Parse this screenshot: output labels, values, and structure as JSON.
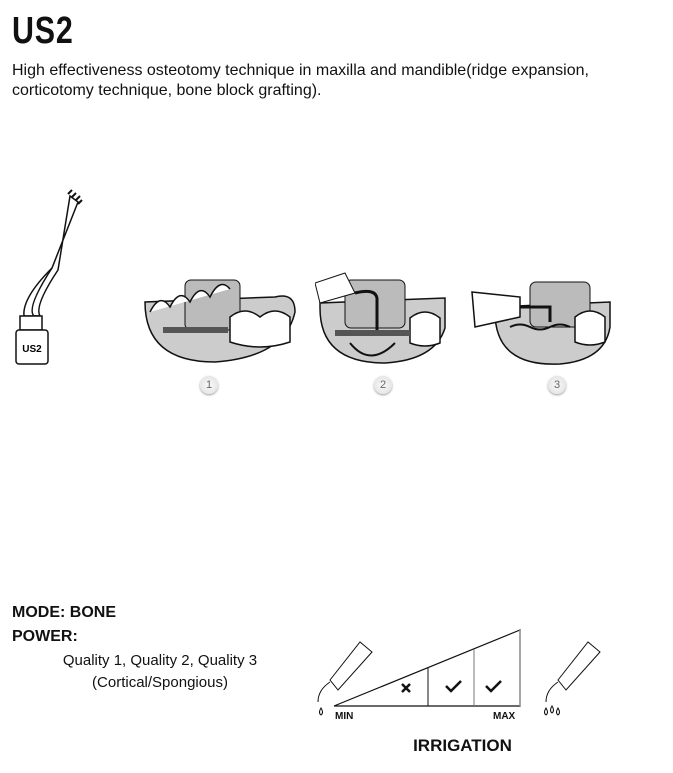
{
  "title": "US2",
  "description": "High effectiveness osteotomy technique in maxilla and mandible(ridge expansion, corticotomy technique, bone block grafting).",
  "tip_label": "US2",
  "steps": [
    "1",
    "2",
    "3"
  ],
  "mode": "MODE: BONE",
  "power_label": "POWER:",
  "power_lines": [
    "Quality 1, Quality 2, Quality 3",
    "(Cortical/Spongious)"
  ],
  "irrigation": {
    "label": "IRRIGATION",
    "min": "MIN",
    "max": "MAX",
    "levels": [
      "not-recommended",
      "recommended",
      "recommended"
    ]
  }
}
